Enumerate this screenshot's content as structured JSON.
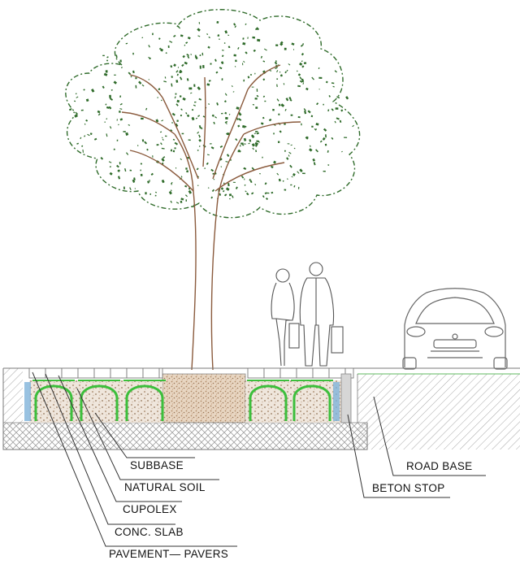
{
  "diagram": {
    "labels": {
      "subbase": "SUBBASE",
      "natural_soil": "NATURAL SOIL",
      "cupolex": "CUPOLEX",
      "conc_slab": "CONC. SLAB",
      "pavement_pavers": "PAVEMENT— PAVERS",
      "road_base": "ROAD BASE",
      "beton_stop": "BETON STOP"
    },
    "colors": {
      "foliage": "#2f6b2a",
      "trunk": "#8a5a3c",
      "cupolex": "#3cbf3c",
      "soil": "#c9a98b",
      "hatch": "#9a9a9a",
      "outline": "#7a7a7a",
      "ground_line": "#7fc77f",
      "drain": "#7fb3d9"
    }
  }
}
